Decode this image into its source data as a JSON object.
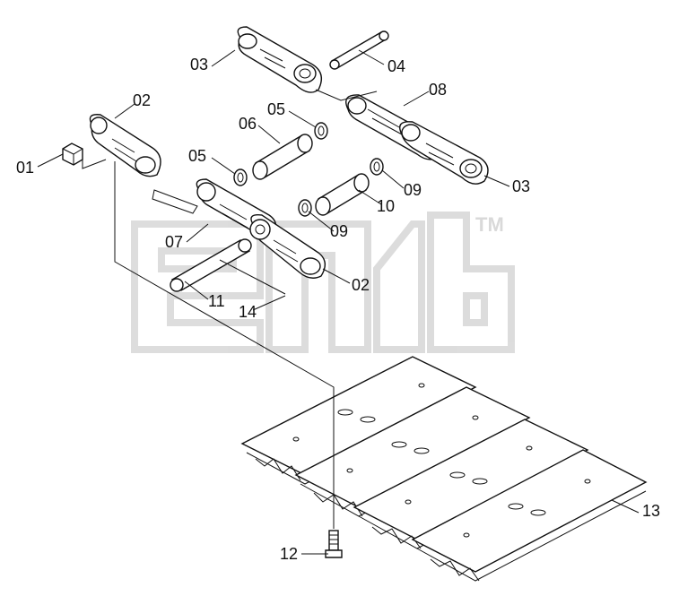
{
  "watermark": {
    "text": "3nrb",
    "trademark": "TM"
  },
  "corner_mark": "",
  "callouts": [
    {
      "id": "c01",
      "label": "01"
    },
    {
      "id": "c02a",
      "label": "02"
    },
    {
      "id": "c02b",
      "label": "02"
    },
    {
      "id": "c03a",
      "label": "03"
    },
    {
      "id": "c03b",
      "label": "03"
    },
    {
      "id": "c04",
      "label": "04"
    },
    {
      "id": "c05a",
      "label": "05"
    },
    {
      "id": "c05b",
      "label": "05"
    },
    {
      "id": "c06",
      "label": "06"
    },
    {
      "id": "c07",
      "label": "07"
    },
    {
      "id": "c08",
      "label": "08"
    },
    {
      "id": "c09a",
      "label": "09"
    },
    {
      "id": "c09b",
      "label": "09"
    },
    {
      "id": "c10",
      "label": "10"
    },
    {
      "id": "c11",
      "label": "11"
    },
    {
      "id": "c12",
      "label": "12"
    },
    {
      "id": "c13",
      "label": "13"
    },
    {
      "id": "c14",
      "label": "14"
    }
  ]
}
